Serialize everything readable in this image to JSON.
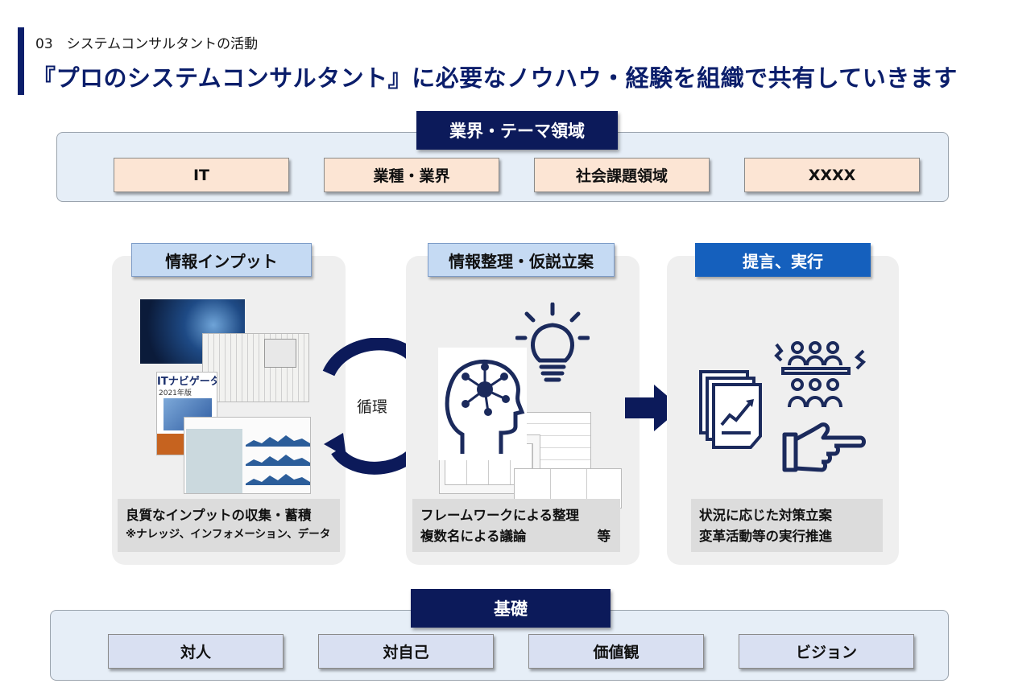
{
  "header": {
    "subtitle": "03　システムコンサルタントの活動",
    "title": "『プロのシステムコンサルタント』に必要なノウハウ・経験を組織で共有していきます"
  },
  "theme_band": {
    "label": "業界・テーマ領域",
    "items": [
      "IT",
      "業種・業界",
      "社会課題領域",
      "XXXX"
    ]
  },
  "columns": [
    {
      "title": "情報インプット",
      "caption_main": "良質なインプットの収集・蓄積",
      "caption_note": "※ナレッジ、インフォメーション、データ"
    },
    {
      "title": "情報整理・仮説立案",
      "caption_line1": "フレームワークによる整理",
      "caption_line2": "複数名による議論",
      "caption_suffix": "等"
    },
    {
      "title": "提言、実行",
      "caption_line1": "状況に応じた対策立案",
      "caption_line2": "変革活動等の実行推進"
    }
  ],
  "cycle_label": "循環",
  "book_title": "ITナビゲーター",
  "book_year": "2021年版",
  "foundation_band": {
    "label": "基礎",
    "items": [
      "対人",
      "対自己",
      "価値観",
      "ビジョン"
    ]
  },
  "colors": {
    "navy": "#0c1a5a",
    "blue": "#1560bd",
    "icon_navy": "#1b2a5c",
    "peach": "#fce5d4",
    "lavender": "#d9e0f2"
  }
}
